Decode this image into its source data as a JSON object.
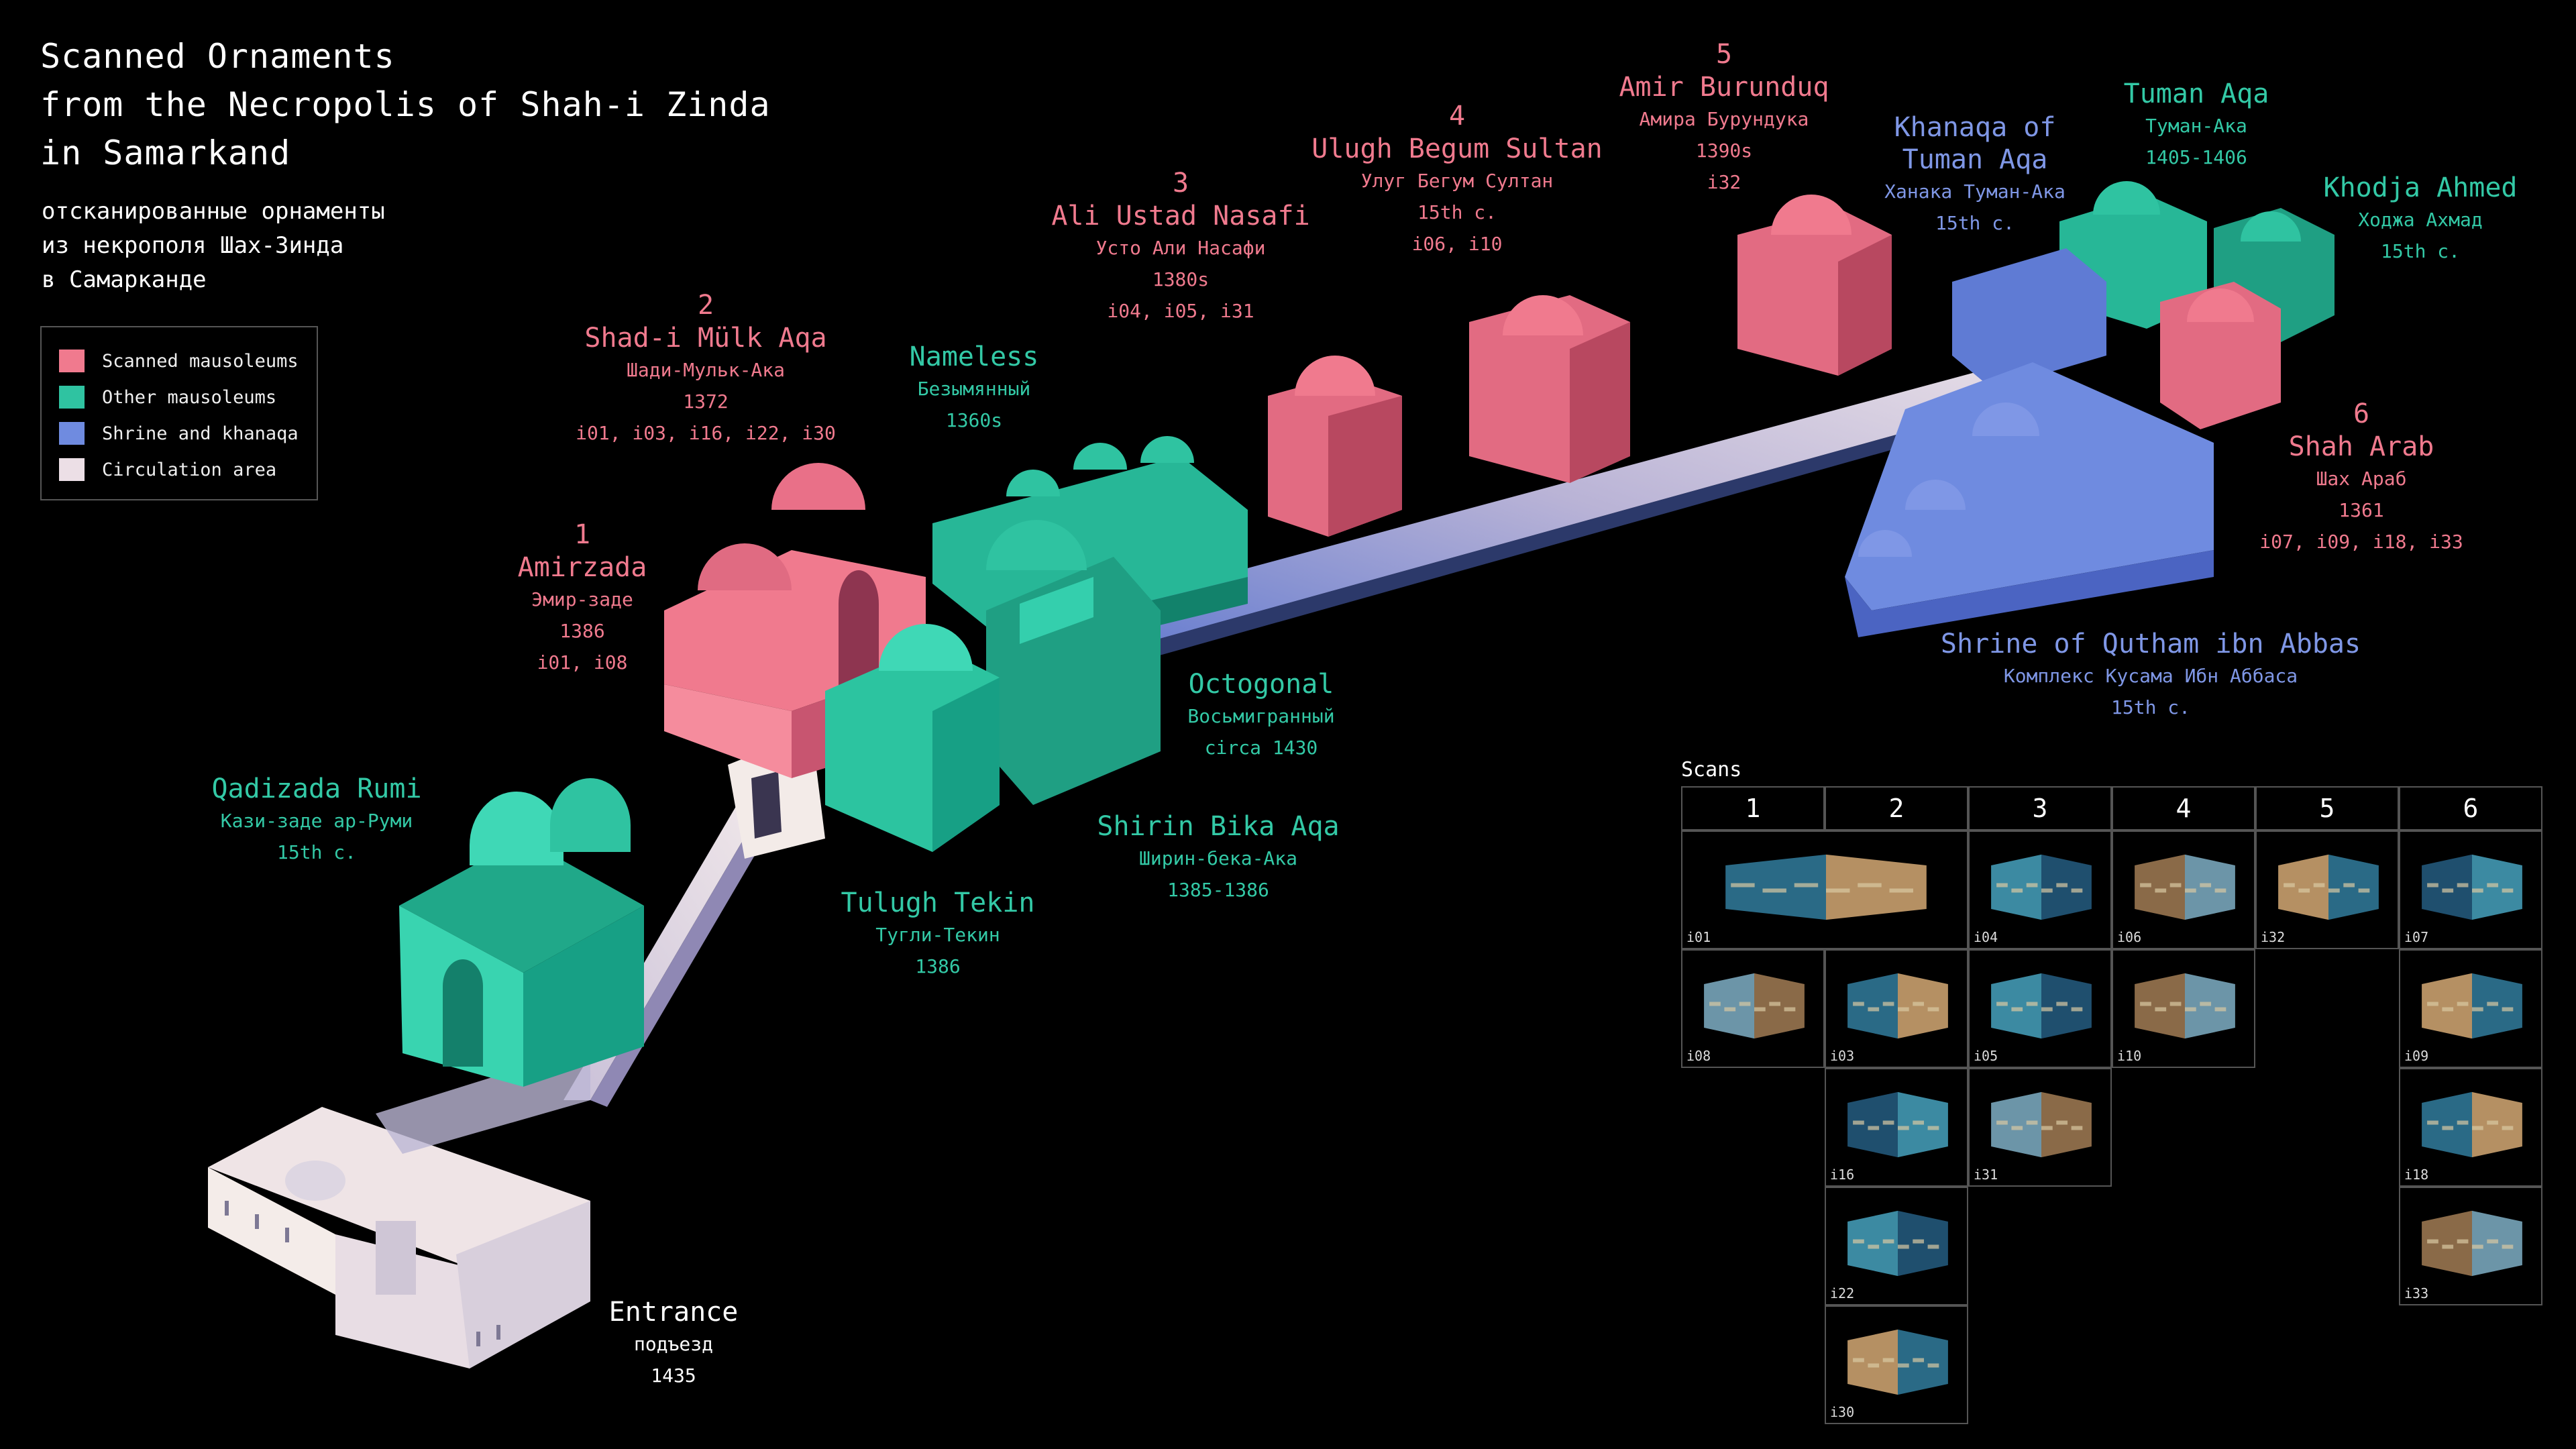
{
  "title": {
    "en": "Scanned Ornaments\nfrom the Necropolis of Shah-i Zinda\nin Samarkand",
    "ru": "отсканированные орнаменты\nиз некрополя Шах-Зинда\nв Самарканде"
  },
  "legend": [
    {
      "label": "Scanned mausoleums",
      "color": "#f07a8e"
    },
    {
      "label": "Other mausoleums",
      "color": "#2fc3a1"
    },
    {
      "label": "Shrine and khanaqa",
      "color": "#6f8be0"
    },
    {
      "label": "Circulation area",
      "color": "#ecdfe6"
    }
  ],
  "labels": {
    "amirzada": {
      "num": "1",
      "name": "Amirzada",
      "ru": "Эмир-заде",
      "year": "1386",
      "scans": "i01, i08"
    },
    "shadi_mulk": {
      "num": "2",
      "name": "Shad-i Mülk Aqa",
      "ru": "Шади-Мульк-Ака",
      "year": "1372",
      "scans": "i01, i03, i16, i22, i30"
    },
    "ali_ustad": {
      "num": "3",
      "name": "Ali Ustad Nasafi",
      "ru": "Усто Али Насафи",
      "year": "1380s",
      "scans": "i04, i05, i31"
    },
    "ulugh_begum": {
      "num": "4",
      "name": "Ulugh Begum Sultan",
      "ru": "Улуг Бегум Султан",
      "year": "15th c.",
      "scans": "i06, i10"
    },
    "amir_burunduq": {
      "num": "5",
      "name": "Amir Burunduq",
      "ru": "Амира Бурундука",
      "year": "1390s",
      "scans": "i32"
    },
    "shah_arab": {
      "num": "6",
      "name": "Shah Arab",
      "ru": "Шах Араб",
      "year": "1361",
      "scans": "i07, i09, i18, i33"
    },
    "nameless": {
      "name": "Nameless",
      "ru": "Безымянный",
      "year": "1360s"
    },
    "octogonal": {
      "name": "Octogonal",
      "ru": "Восьмигранный",
      "year": "circa 1430"
    },
    "shirin_bika": {
      "name": "Shirin Bika Aqa",
      "ru": "Ширин-бека-Ака",
      "year": "1385-1386"
    },
    "tulugh_tekin": {
      "name": "Tulugh Tekin",
      "ru": "Тугли-Текин",
      "year": "1386"
    },
    "qadizada": {
      "name": "Qadizada Rumi",
      "ru": "Кази-заде ар-Руми",
      "year": "15th c."
    },
    "tuman_aqa": {
      "name": "Tuman Aqa",
      "ru": "Туман-Ака",
      "year": "1405-1406"
    },
    "khodja_ahmed": {
      "name": "Khodja Ahmed",
      "ru": "Ходжа Ахмад",
      "year": "15th c."
    },
    "khanaqa": {
      "name": "Khanaqa of\nTuman Aqa",
      "ru": "Ханака Туман-Ака",
      "year": "15th c."
    },
    "shrine": {
      "name": "Shrine of Qutham ibn Abbas",
      "ru": "Комплекс Кусама Ибн Аббаса",
      "year": "15th c."
    },
    "entrance": {
      "name": "Entrance",
      "ru": "подъезд",
      "year": "1435"
    }
  },
  "scans": {
    "title": "Scans",
    "columns": [
      "1",
      "2",
      "3",
      "4",
      "5",
      "6"
    ],
    "cells": [
      {
        "id": "i01",
        "col": 0,
        "row": 0,
        "span": 2
      },
      {
        "id": "i04",
        "col": 2,
        "row": 0
      },
      {
        "id": "i06",
        "col": 3,
        "row": 0
      },
      {
        "id": "i32",
        "col": 4,
        "row": 0
      },
      {
        "id": "i07",
        "col": 5,
        "row": 0
      },
      {
        "id": "i08",
        "col": 0,
        "row": 1
      },
      {
        "id": "i03",
        "col": 1,
        "row": 1
      },
      {
        "id": "i05",
        "col": 2,
        "row": 1
      },
      {
        "id": "i10",
        "col": 3,
        "row": 1
      },
      {
        "id": "i09",
        "col": 5,
        "row": 1
      },
      {
        "id": "i16",
        "col": 1,
        "row": 2
      },
      {
        "id": "i31",
        "col": 2,
        "row": 2
      },
      {
        "id": "i18",
        "col": 5,
        "row": 2
      },
      {
        "id": "i22",
        "col": 1,
        "row": 3
      },
      {
        "id": "i33",
        "col": 5,
        "row": 3
      },
      {
        "id": "i30",
        "col": 1,
        "row": 4
      }
    ]
  }
}
